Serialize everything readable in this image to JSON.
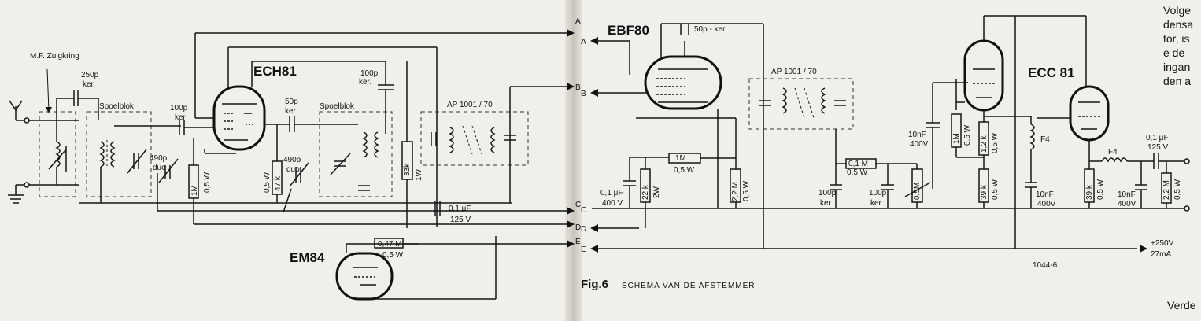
{
  "left": {
    "mf_label": "M.F. Zuigkring",
    "cap_250p": [
      "250p",
      "ker."
    ],
    "spoelblok_1": "Spoelblok",
    "cap_490p_1": [
      "490p",
      "duo"
    ],
    "cap_100p_1": [
      "100p",
      "ker"
    ],
    "r_1m": [
      "1M",
      "0,5 W"
    ],
    "ech81": "ECH81",
    "cap_50p": [
      "50p",
      "ker."
    ],
    "spoelblok_2": "Spoelblok",
    "r_47k": [
      "0,5 W",
      "47 k"
    ],
    "cap_490p_2": [
      "490p",
      "duo"
    ],
    "cap_100p_2": [
      "100p",
      "ker."
    ],
    "r_33k": [
      "33k",
      "1W"
    ],
    "ap_transformer": "AP 1001 / 70",
    "cap_01uf": [
      "0,1 μF",
      "125 V"
    ],
    "em84": "EM84",
    "r_047m": [
      "0,47 M",
      "0,5 W"
    ],
    "terminals": [
      "A",
      "B",
      "C",
      "D",
      "E"
    ]
  },
  "right": {
    "ebf80": "EBF80",
    "cap_50p": "50p - ker",
    "ap_transformer": "AP 1001 / 70",
    "ecc81": "ECC 81",
    "terminals": [
      "A",
      "B",
      "C",
      "D",
      "E"
    ],
    "cap_01uf_400": [
      "0,1 μF",
      "400 V"
    ],
    "r_22k": [
      "22 k",
      "2W"
    ],
    "r_1m": [
      "1M",
      "0,5 W"
    ],
    "r_22m": [
      "2,2 M",
      "0,5 W"
    ],
    "r_01m": [
      "0,1 M",
      "0,5 W"
    ],
    "cap_100p_a": [
      "100p",
      "ker"
    ],
    "cap_100p_b": [
      "100p",
      "ker"
    ],
    "pot_05m": "0,5M",
    "cap_10nf_1": [
      "10nF",
      "400V"
    ],
    "r_1m_b": [
      "1M",
      "0,5 W"
    ],
    "r_12k": [
      "1,2 k",
      "0,5 W"
    ],
    "r_39k_1": [
      "39 k",
      "0,5 W"
    ],
    "f4_1": "F4",
    "f4_2": "F4",
    "cap_10nf_2": [
      "10nF",
      "400V"
    ],
    "r_39k_2": [
      "39 k",
      "0,5 W"
    ],
    "cap_10nf_3": [
      "10nF",
      "400V"
    ],
    "cap_01uf_125": [
      "0,1 μF",
      "125 V"
    ],
    "r_22m_out": [
      "2,2 M",
      "0,5 W"
    ],
    "supply": [
      "+250V",
      "27mA"
    ],
    "drawing_no": "1044-6",
    "fig_label": "Fig.6",
    "fig_title": "SCHEMA VAN DE AFSTEMMER"
  },
  "margin_text": {
    "lines": [
      "Volge",
      "densa",
      "tor, is",
      "e de",
      "ingan",
      "den a"
    ],
    "bottom": "Verde"
  }
}
